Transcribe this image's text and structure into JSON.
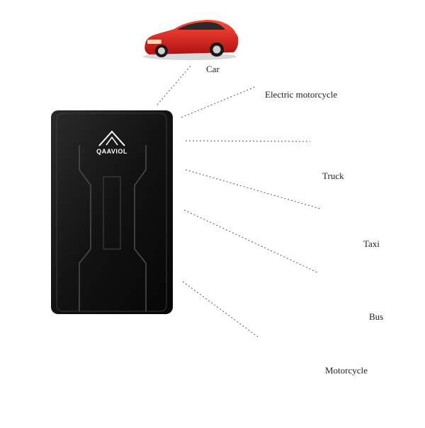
{
  "device": {
    "brand": "QAAVIOL"
  },
  "vehicles": [
    {
      "id": "car",
      "label": "Car",
      "icon": "car-icon"
    },
    {
      "id": "electric-motorcycle",
      "label": "Electric motorcycle",
      "icon": "electric-scooter-icon"
    },
    {
      "id": "truck",
      "label": "Truck",
      "icon": "truck-icon"
    },
    {
      "id": "taxi",
      "label": "Taxi",
      "icon": "taxi-icon"
    },
    {
      "id": "bus",
      "label": "Bus",
      "icon": "bus-icon"
    },
    {
      "id": "motorcycle",
      "label": "Motorcycle",
      "icon": "motorcycle-icon"
    }
  ],
  "colors": {
    "car": "#d81e1e",
    "taxi-body": "#e8c21a",
    "taxi-lower": "#2f9a55",
    "bus-body": "#f0b400",
    "truck-cab": "#dcdcdc",
    "device": "#151515",
    "connector": "#555555"
  }
}
